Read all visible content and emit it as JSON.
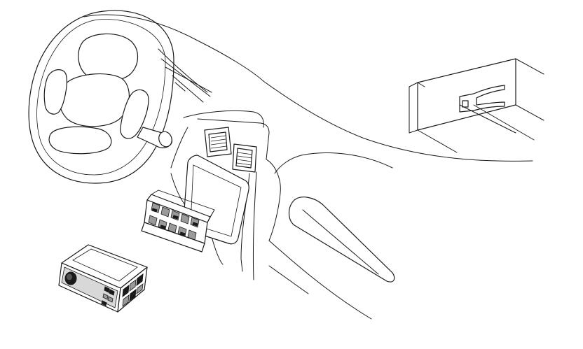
{
  "figure": {
    "kind": "installation-illustration",
    "parts": [
      "steering-wheel",
      "dashboard",
      "air-vents",
      "din-opening",
      "mounting-sleeve",
      "head-unit",
      "release-key-detail"
    ]
  },
  "colors": {
    "line": "#1a1a1a",
    "background": "#ffffff",
    "fill_dark": "#1a1a1a",
    "fill_grey": "#9a9a9a"
  }
}
